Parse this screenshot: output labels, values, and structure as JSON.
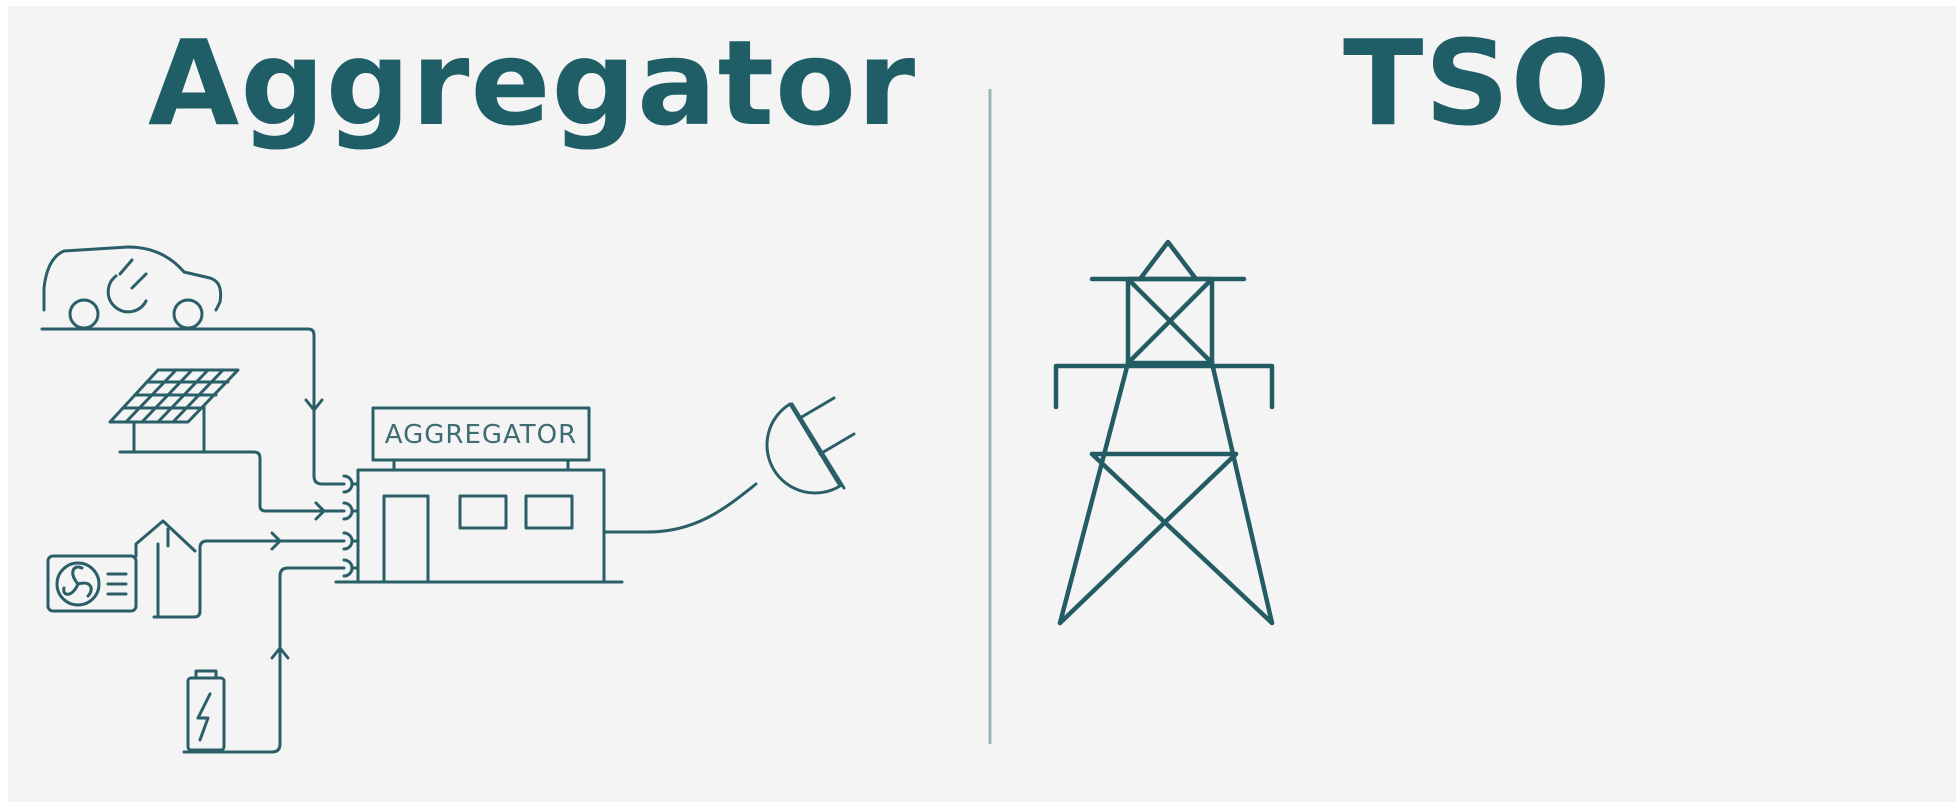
{
  "headings": {
    "left": "Aggregator",
    "right": "TSO"
  },
  "diagram": {
    "sign_label": "AGGREGATOR"
  },
  "icons": {
    "left": [
      "electric-car-icon",
      "solar-panel-icon",
      "heat-pump-house-icon",
      "battery-icon",
      "aggregator-building-icon",
      "plug-icon"
    ],
    "right": [
      "transmission-tower-icon"
    ]
  },
  "colors": {
    "heading": "#1f5e67",
    "line": "#2a5f67",
    "divider": "#9bb3b6",
    "background": "#f4f4f4"
  }
}
